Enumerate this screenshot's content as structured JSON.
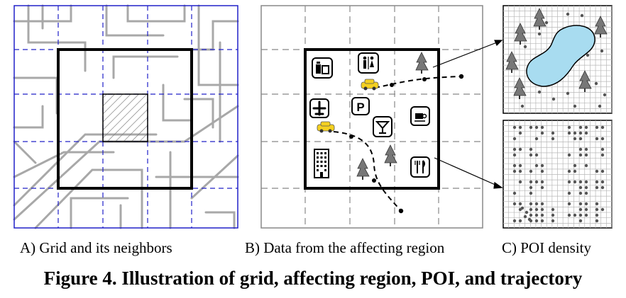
{
  "panels": {
    "a": {
      "label": "A) Grid and its neighbors"
    },
    "b": {
      "label": "B) Data from the affecting region"
    },
    "c": {
      "label": "C) POI density"
    }
  },
  "caption": "Figure 4. Illustration of grid, affecting region, POI, and trajectory",
  "icons": {
    "parking": "P"
  },
  "colors": {
    "grid_blue": "#2020c8",
    "road_gray": "#a8a8a8",
    "lake_blue": "#a8dcf0",
    "taxi_yellow": "#f4d020"
  }
}
